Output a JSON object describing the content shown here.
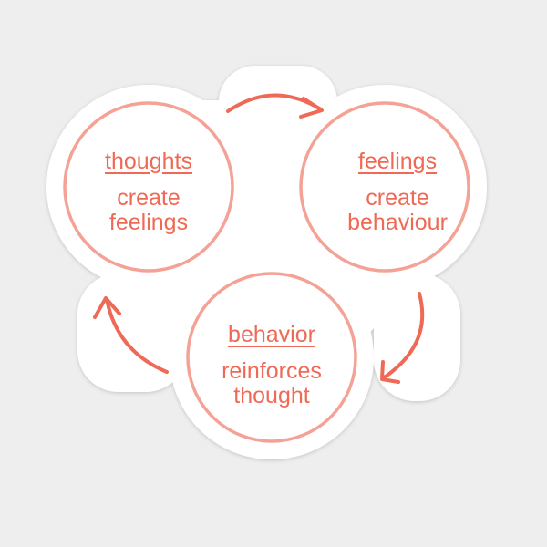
{
  "colors": {
    "background": "#eeeeee",
    "sticker": "#ffffff",
    "circle_stroke": "#f4a296",
    "arrow": "#ef6a56",
    "text": "#ef6a56"
  },
  "nodes": [
    {
      "heading": "thoughts",
      "line1": "create",
      "line2": "feelings"
    },
    {
      "heading": "feelings",
      "line1": "create",
      "line2": "behaviour"
    },
    {
      "heading": "behavior",
      "line1": "reinforces",
      "line2": "thought"
    }
  ],
  "arrows": [
    {
      "from": "thoughts",
      "to": "feelings"
    },
    {
      "from": "feelings",
      "to": "behavior"
    },
    {
      "from": "behavior",
      "to": "thoughts"
    }
  ]
}
